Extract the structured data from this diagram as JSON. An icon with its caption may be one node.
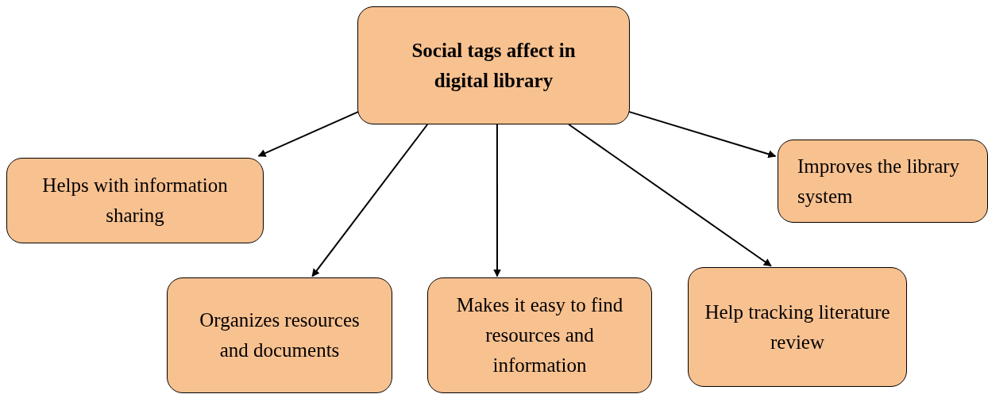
{
  "diagram": {
    "nodes": [
      {
        "text": [
          "Social tags affect in digital library"
        ]
      },
      {
        "text": [
          "Helps with information sharing"
        ]
      },
      {
        "text": [
          "Improves the library system"
        ]
      },
      {
        "text": [
          "Organizes resources and documents"
        ]
      },
      {
        "text": [
          "Makes it easy to find resources and information"
        ]
      },
      {
        "text": [
          "Help tracking literature review"
        ]
      }
    ],
    "edges": [
      {
        "from": 0,
        "to": 1,
        "arrow": "to"
      },
      {
        "from": 0,
        "to": 3,
        "arrow": "to"
      },
      {
        "from": 0,
        "to": 4,
        "arrow": "to"
      },
      {
        "from": 0,
        "to": 5,
        "arrow": "to"
      },
      {
        "from": 0,
        "to": 2,
        "arrow": "to"
      }
    ]
  }
}
